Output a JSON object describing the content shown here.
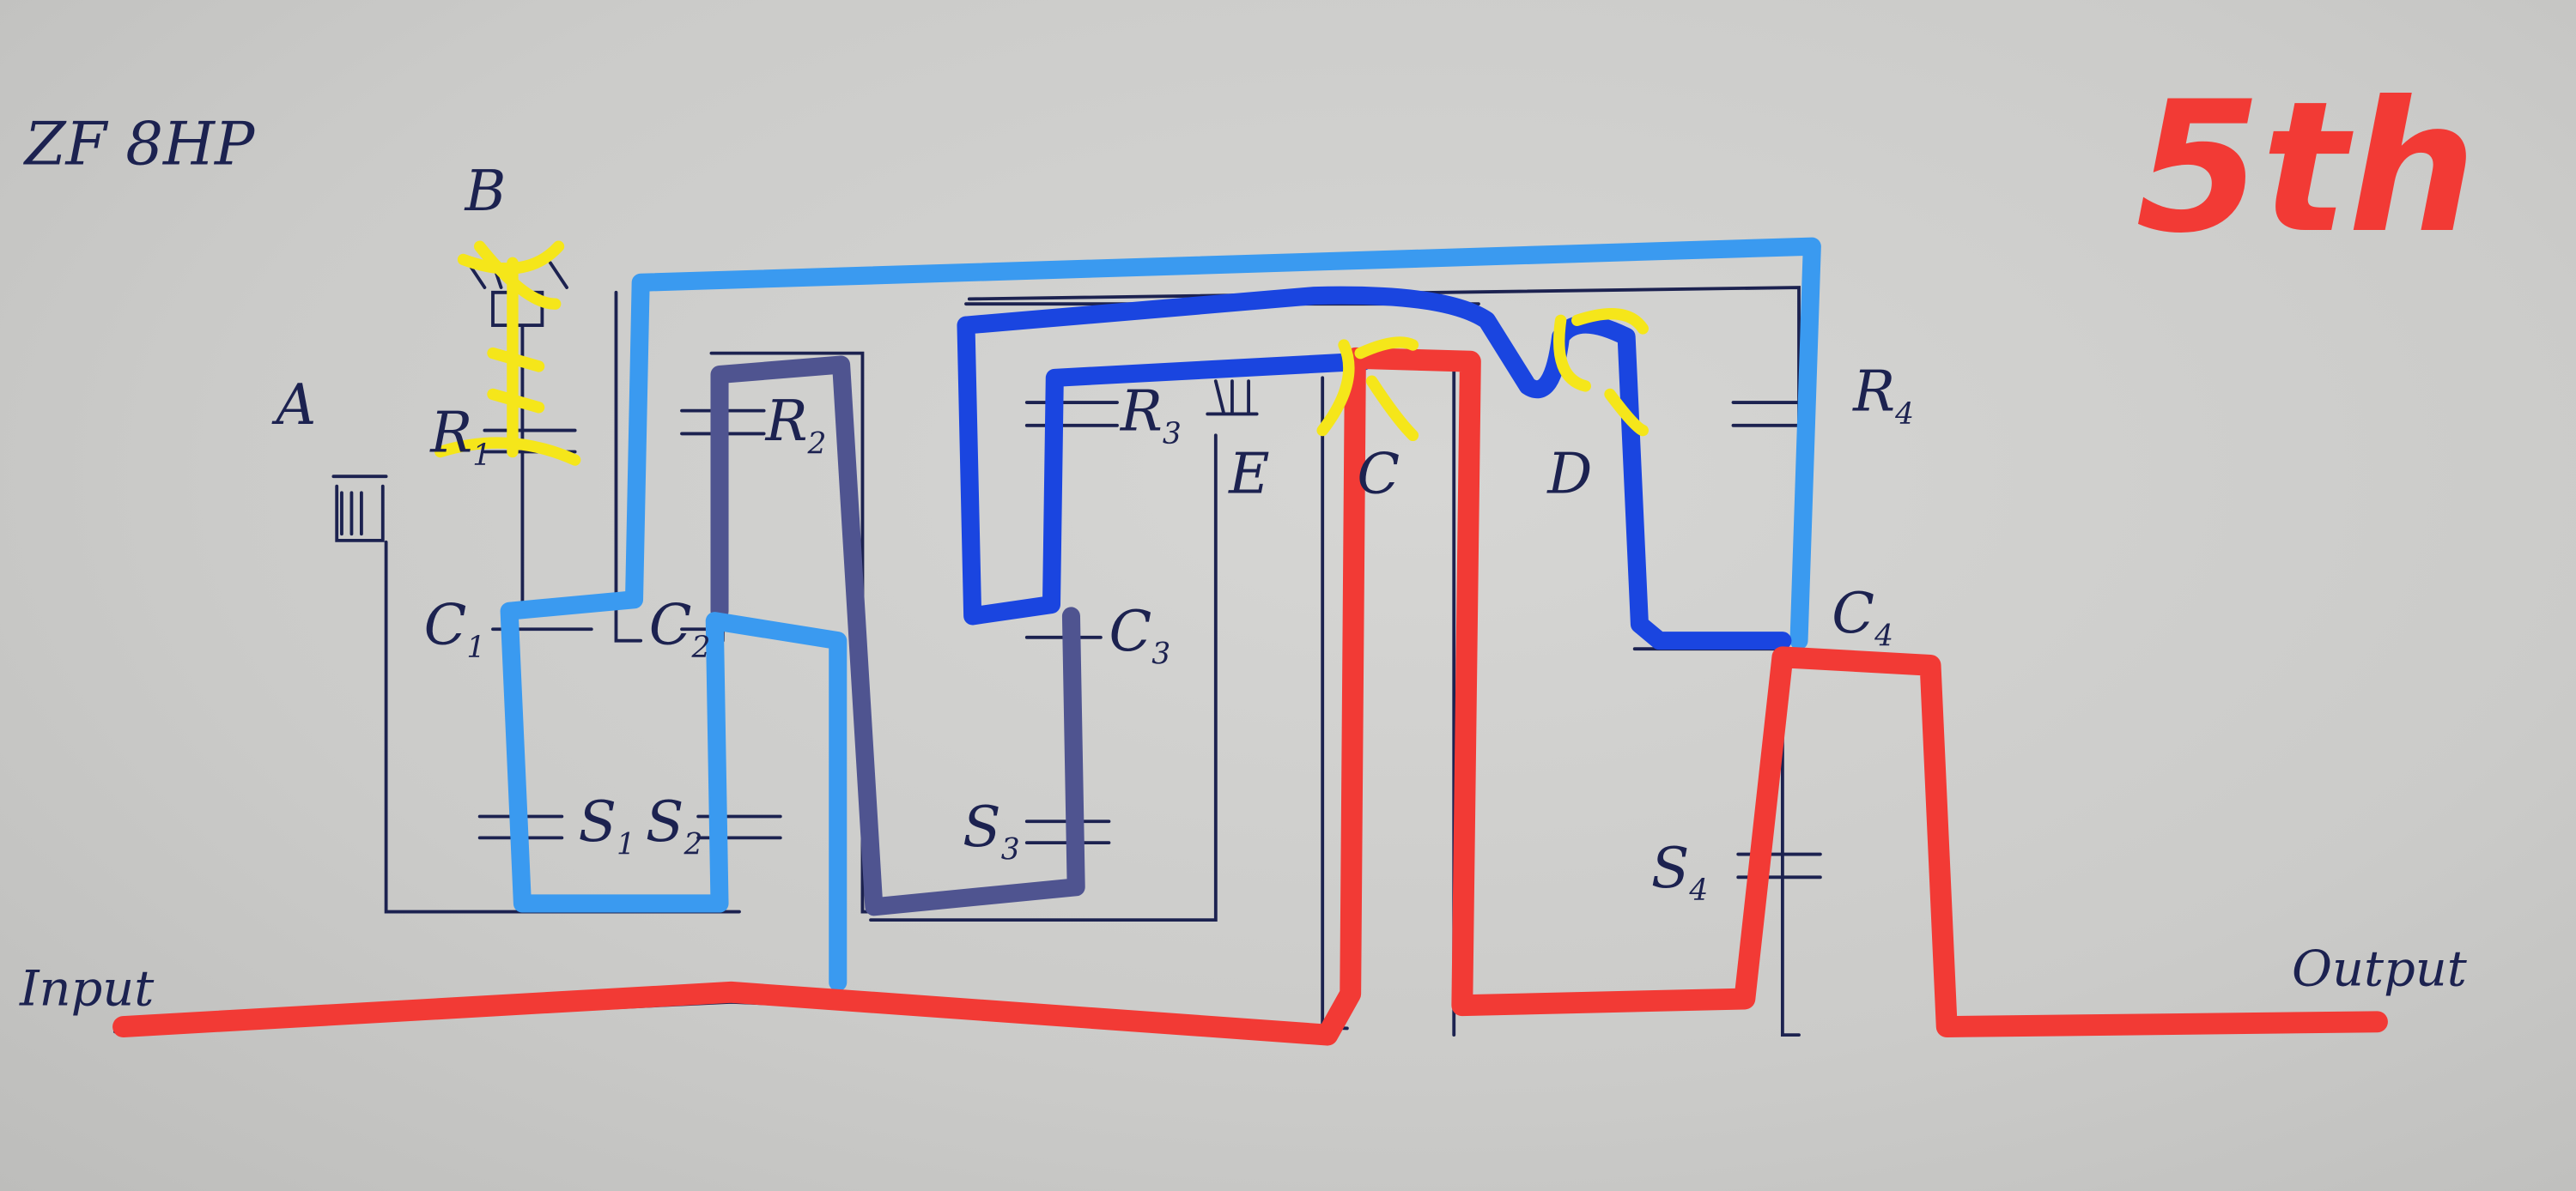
{
  "title": "ZF 8HP",
  "gear": "5th",
  "io": {
    "input": "Input",
    "output": "Output"
  },
  "brakes_clutches": {
    "A": "A",
    "B": "B",
    "C": "C",
    "D": "D",
    "E": "E"
  },
  "gearsets": {
    "R1": {
      "letter": "R",
      "sub": "1"
    },
    "R2": {
      "letter": "R",
      "sub": "2"
    },
    "R3": {
      "letter": "R",
      "sub": "3"
    },
    "R4": {
      "letter": "R",
      "sub": "4"
    },
    "C1": {
      "letter": "C",
      "sub": "1"
    },
    "C2": {
      "letter": "C",
      "sub": "2"
    },
    "C3": {
      "letter": "C",
      "sub": "3"
    },
    "C4": {
      "letter": "C",
      "sub": "4"
    },
    "S1": {
      "letter": "S",
      "sub": "1"
    },
    "S2": {
      "letter": "S",
      "sub": "2"
    },
    "S3": {
      "letter": "S",
      "sub": "3"
    },
    "S4": {
      "letter": "S",
      "sub": "4"
    }
  },
  "colors": {
    "power_path": "#f23a35",
    "shaft_light_blue": "#3a9af0",
    "shaft_blue": "#1a45e0",
    "shaft_navy": "#4f5490",
    "engaged_mark": "#f5e61a",
    "ink": "#1c2250"
  }
}
